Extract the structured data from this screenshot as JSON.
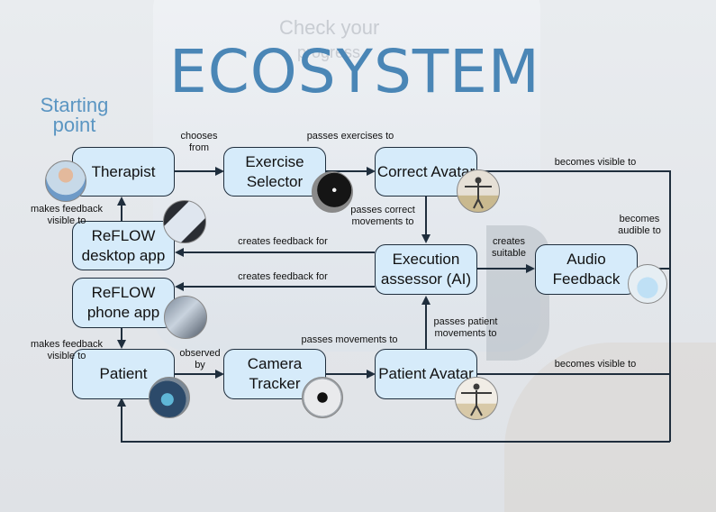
{
  "title": "ECOSYSTEM",
  "starting_point": "Starting point",
  "background_text": {
    "line1": "Check your",
    "line2": "progress"
  },
  "nodes": {
    "therapist": "Therapist",
    "exercise_selector": "Exercise Selector",
    "correct_avatar": "Correct Avatar",
    "desktop_app": "ReFLOW desktop app",
    "phone_app": "ReFLOW phone app",
    "execution_assessor": "Execution assessor (AI)",
    "audio_feedback": "Audio Feedback",
    "patient": "Patient",
    "camera_tracker": "Camera Tracker",
    "patient_avatar": "Patient Avatar"
  },
  "edges": {
    "chooses_from": "chooses from",
    "passes_exercises_to": "passes exercises to",
    "becomes_visible_to_1": "becomes visible to",
    "makes_feedback_visible_to_1": "makes feedback visible to",
    "passes_correct_movements_to": "passes correct movements to",
    "becomes_audible_to": "becomes audible to",
    "creates_feedback_for_1": "creates feedback for",
    "creates_suitable": "creates suitable",
    "creates_feedback_for_2": "creates feedback for",
    "makes_feedback_visible_to_2": "makes feedback visible to",
    "observed_by": "observed by",
    "passes_movements_to": "passes movements to",
    "passes_patient_movements_to": "passes patient movements to",
    "becomes_visible_to_2": "becomes visible to"
  },
  "colors": {
    "title": "#4a86b6",
    "box_fill": "#d6ebfa",
    "box_border": "#1f2e3d",
    "line": "#1f2e3d"
  }
}
